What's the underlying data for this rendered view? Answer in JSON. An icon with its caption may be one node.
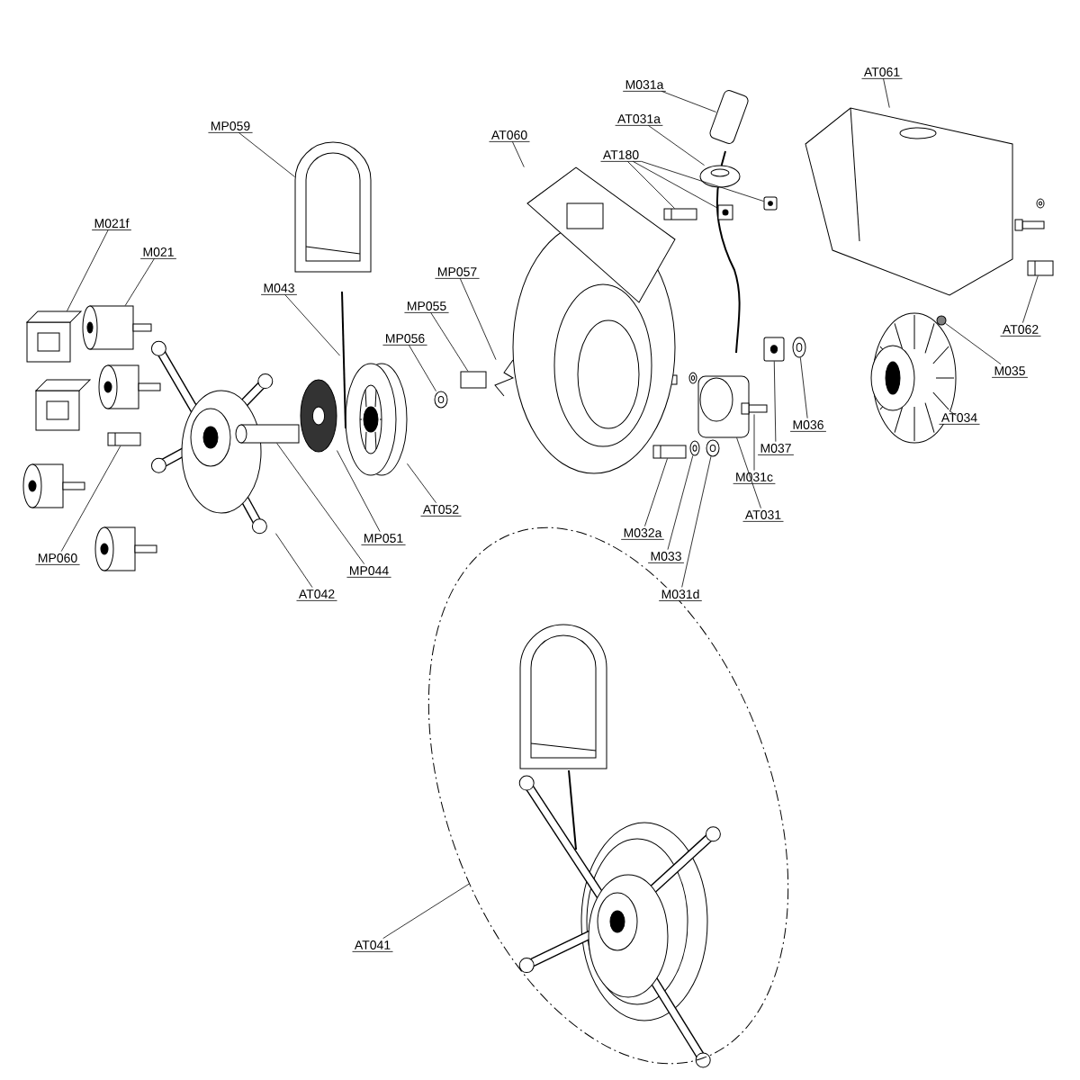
{
  "diagram": {
    "nodes": [
      {
        "text": [
          "MP059"
        ]
      },
      {
        "text": [],
        "shape": "picture"
      },
      {
        "text": [
          "AT060"
        ]
      },
      {
        "text": [],
        "shape": "picture"
      },
      {
        "text": [
          "M031a"
        ]
      },
      {
        "text": [],
        "shape": "picture"
      },
      {
        "text": [
          "AT061"
        ]
      },
      {
        "text": [],
        "shape": "picture"
      },
      {
        "text": [
          "AT031a"
        ]
      },
      {
        "text": [],
        "shape": "picture"
      },
      {
        "text": [
          "AT180"
        ]
      },
      {
        "text": [],
        "shape": "box"
      },
      {
        "text": [],
        "shape": "box"
      },
      {
        "text": [],
        "shape": "picture"
      },
      {
        "text": [
          "M021f"
        ]
      },
      {
        "text": [],
        "shape": "picture"
      },
      {
        "text": [
          "M021"
        ]
      },
      {
        "text": [],
        "shape": "box"
      },
      {
        "text": [
          "M043"
        ]
      },
      {
        "text": [],
        "shape": "picture"
      },
      {
        "text": [
          "MP057"
        ]
      },
      {
        "text": [],
        "shape": "picture"
      },
      {
        "text": [
          "MP055"
        ]
      },
      {
        "text": [],
        "shape": "box"
      },
      {
        "text": [
          "MP056"
        ]
      },
      {
        "text": [],
        "shape": "picture"
      },
      {
        "text": [
          "AT062"
        ]
      },
      {
        "text": [],
        "shape": "box"
      },
      {
        "text": [
          "M035"
        ]
      },
      {
        "text": [],
        "shape": "circle"
      },
      {
        "text": [
          "AT034"
        ]
      },
      {
        "text": [],
        "shape": "picture"
      },
      {
        "text": [
          "M036"
        ]
      },
      {
        "text": [],
        "shape": "picture"
      },
      {
        "text": [
          "AT052"
        ]
      },
      {
        "text": [],
        "shape": "picture"
      },
      {
        "text": [
          "M037"
        ]
      },
      {
        "text": [],
        "shape": "picture"
      },
      {
        "text": [
          "M031c"
        ]
      },
      {
        "text": [],
        "shape": "picture"
      },
      {
        "text": [
          "MP051"
        ]
      },
      {
        "text": [],
        "shape": "picture"
      },
      {
        "text": [
          "AT031"
        ]
      },
      {
        "text": [],
        "shape": "picture"
      },
      {
        "text": [
          "M032a"
        ]
      },
      {
        "text": [],
        "shape": "box"
      },
      {
        "text": [
          "MP060"
        ]
      },
      {
        "text": [],
        "shape": "box"
      },
      {
        "text": [
          "MP044"
        ]
      },
      {
        "text": [],
        "shape": "box"
      },
      {
        "text": [
          "M033"
        ]
      },
      {
        "text": [],
        "shape": "picture"
      },
      {
        "text": [
          "AT042"
        ]
      },
      {
        "text": [],
        "shape": "picture"
      },
      {
        "text": [
          "M031d"
        ]
      },
      {
        "text": [],
        "shape": "picture"
      },
      {
        "text": [
          "AT041"
        ]
      },
      {
        "text": [],
        "shape": "picture"
      }
    ],
    "edges": [
      {
        "from": 0,
        "to": 1,
        "arrow": "none"
      },
      {
        "from": 2,
        "to": 3,
        "arrow": "none"
      },
      {
        "from": 4,
        "to": 5,
        "arrow": "none"
      },
      {
        "from": 6,
        "to": 7,
        "arrow": "none"
      },
      {
        "from": 8,
        "to": 9,
        "arrow": "none"
      },
      {
        "from": 10,
        "to": 11,
        "arrow": "none"
      },
      {
        "from": 10,
        "to": 12,
        "arrow": "none"
      },
      {
        "from": 10,
        "to": 13,
        "arrow": "none"
      },
      {
        "from": 14,
        "to": 15,
        "arrow": "none"
      },
      {
        "from": 16,
        "to": 17,
        "arrow": "none"
      },
      {
        "from": 18,
        "to": 19,
        "arrow": "none"
      },
      {
        "from": 20,
        "to": 21,
        "arrow": "none"
      },
      {
        "from": 22,
        "to": 23,
        "arrow": "none"
      },
      {
        "from": 24,
        "to": 25,
        "arrow": "none"
      },
      {
        "from": 26,
        "to": 27,
        "arrow": "none"
      },
      {
        "from": 28,
        "to": 29,
        "arrow": "none"
      },
      {
        "from": 30,
        "to": 31,
        "arrow": "none"
      },
      {
        "from": 32,
        "to": 33,
        "arrow": "none"
      },
      {
        "from": 34,
        "to": 35,
        "arrow": "none"
      },
      {
        "from": 36,
        "to": 37,
        "arrow": "none"
      },
      {
        "from": 38,
        "to": 39,
        "arrow": "none"
      },
      {
        "from": 40,
        "to": 41,
        "arrow": "none"
      },
      {
        "from": 42,
        "to": 43,
        "arrow": "none"
      },
      {
        "from": 44,
        "to": 45,
        "arrow": "none"
      },
      {
        "from": 46,
        "to": 47,
        "arrow": "none"
      },
      {
        "from": 48,
        "to": 49,
        "arrow": "none"
      },
      {
        "from": 50,
        "to": 51,
        "arrow": "none"
      },
      {
        "from": 52,
        "to": 53,
        "arrow": "none"
      },
      {
        "from": 54,
        "to": 55,
        "arrow": "none"
      },
      {
        "from": 56,
        "to": 57,
        "arrow": "none"
      }
    ]
  }
}
